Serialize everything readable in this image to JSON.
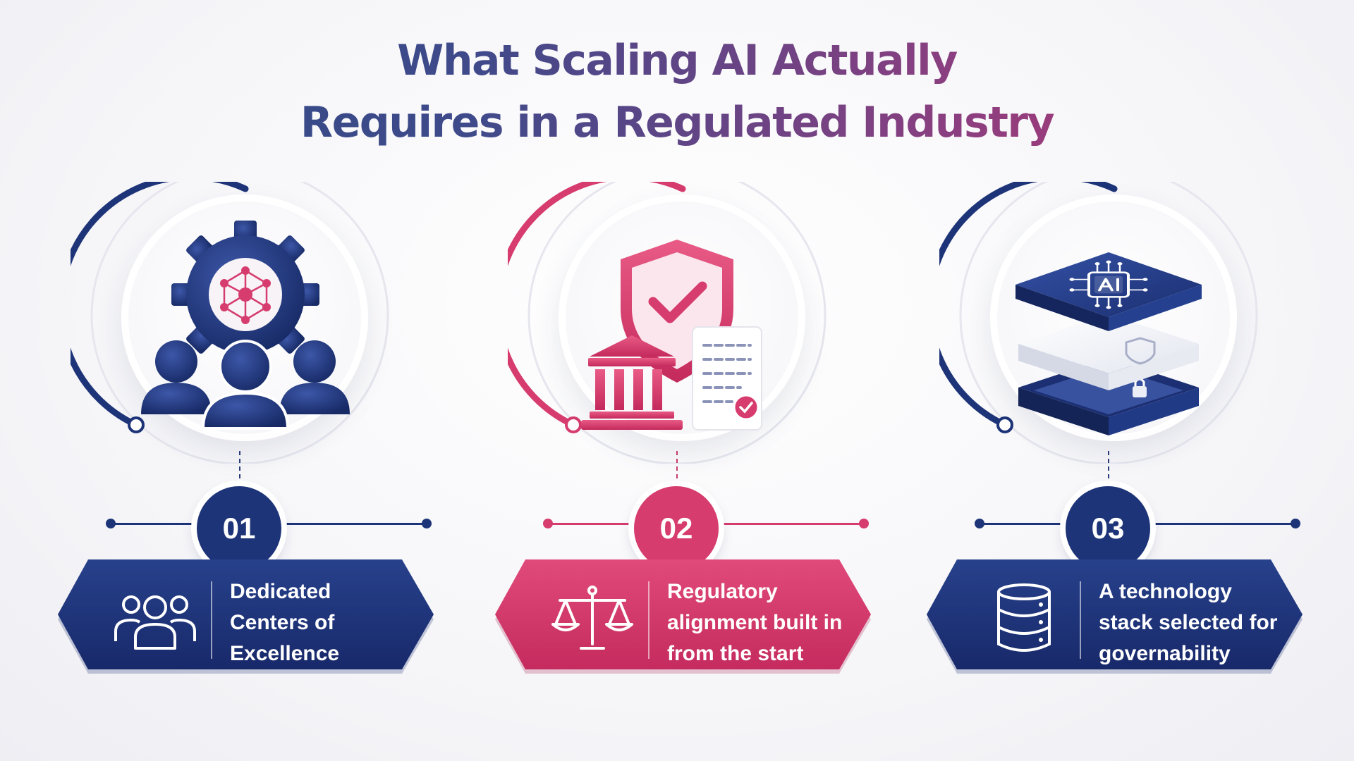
{
  "title": {
    "line1": "What Scaling AI Actually",
    "line2": "Requires in a Regulated Industry"
  },
  "colors": {
    "navy": "#1e3478",
    "pink": "#d63c6e",
    "title_start": "#2e4a85",
    "title_end": "#c2336f"
  },
  "steps": [
    {
      "number": "01",
      "illustration": "team-gear-network-icon",
      "card_icon": "people-group-icon",
      "lines": [
        "Dedicated",
        "Centers of",
        "Excellence"
      ],
      "color": "#1e3478"
    },
    {
      "number": "02",
      "illustration": "shield-bank-document-icon",
      "card_icon": "scales-icon",
      "lines": [
        "Regulatory",
        "alignment built in",
        "from the start"
      ],
      "color": "#d63c6e"
    },
    {
      "number": "03",
      "illustration": "ai-chip-stack-icon",
      "card_icon": "database-icon",
      "lines": [
        "A technology",
        "stack selected for",
        "governability"
      ],
      "color": "#1e3478"
    }
  ]
}
